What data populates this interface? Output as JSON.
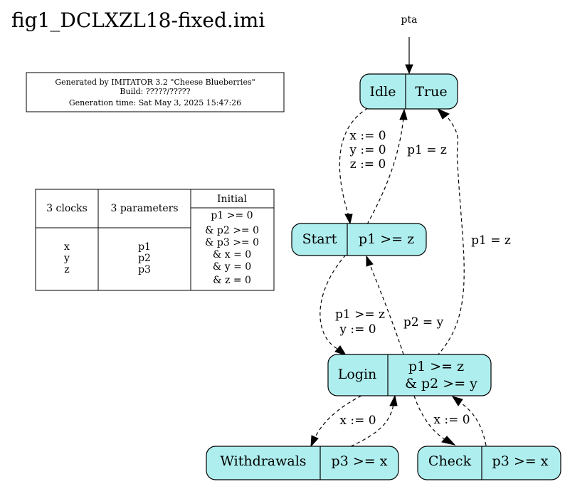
{
  "title": "fig1_DCLXZL18-fixed.imi",
  "info_box": {
    "line1": "Generated by IMITATOR 3.2 \"Cheese Blueberries\"",
    "line2": "Build: ?????/?????",
    "line3": "Generation time: Sat May 3, 2025 15:47:26"
  },
  "table": {
    "clocks_header": "3 clocks",
    "params_header": "3 parameters",
    "initial_header": "Initial",
    "clocks": [
      "x",
      "y",
      "z"
    ],
    "params": [
      "p1",
      "p2",
      "p3"
    ],
    "initial": [
      "p1 >= 0",
      "& p2 >= 0",
      "& p3 >= 0",
      "& x = 0",
      "& y = 0",
      "& z = 0"
    ]
  },
  "automaton_name": "pta",
  "locations": {
    "idle": {
      "name": "Idle",
      "invariant": "True"
    },
    "start": {
      "name": "Start",
      "invariant": "p1 >= z"
    },
    "login": {
      "name": "Login",
      "invariant": [
        "p1 >= z",
        "& p2 >= y"
      ]
    },
    "withdrawals": {
      "name": "Withdrawals",
      "invariant": "p3 >= x"
    },
    "check": {
      "name": "Check",
      "invariant": "p3 >= x"
    }
  },
  "edge_labels": {
    "idle_to_start": [
      "x := 0",
      "y := 0",
      "z := 0"
    ],
    "start_to_idle": "p1 = z",
    "login_to_idle": "p1 = z",
    "start_to_login": [
      "p1 >= z",
      "y := 0"
    ],
    "login_to_start": "p2 = y",
    "login_to_withdrawals": "x := 0",
    "login_to_check": "x := 0"
  }
}
